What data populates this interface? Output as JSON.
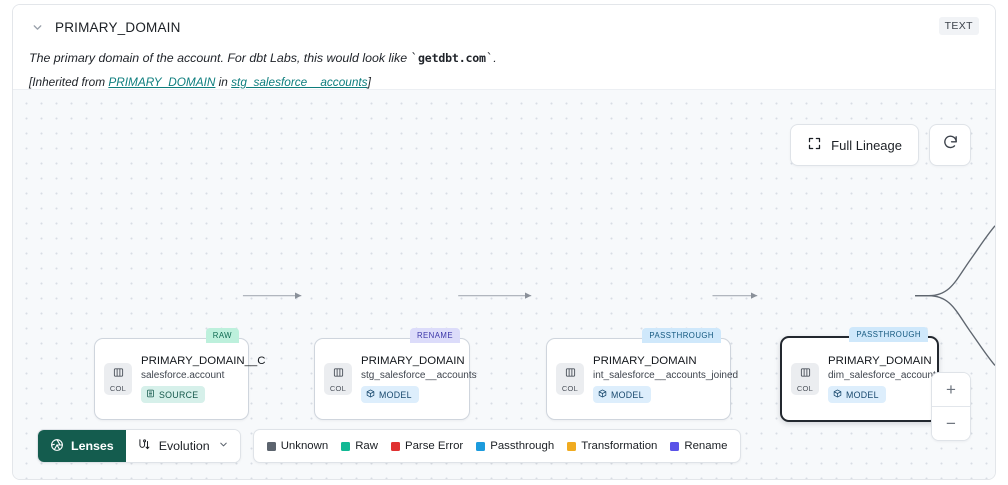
{
  "header": {
    "column_name": "PRIMARY_DOMAIN",
    "type_badge": "TEXT",
    "description_pre": "The primary domain of the account. For dbt Labs, this would look like ",
    "description_code": "getdbt.com",
    "description_post": ".",
    "inherited_prefix": "[Inherited from ",
    "inherited_link_column": "PRIMARY_DOMAIN",
    "inherited_middle": " in ",
    "inherited_link_model": "stg_salesforce__accounts",
    "inherited_suffix": "]"
  },
  "controls": {
    "full_lineage_label": "Full Lineage",
    "refresh_label": "",
    "zoom_in_label": "+",
    "zoom_out_label": "−"
  },
  "lineage": {
    "nodes": [
      {
        "name": "PRIMARY_DOMAIN__C",
        "parent": "salesforce.account",
        "badge": "SOURCE",
        "badge_kind": "source",
        "tag": "RAW",
        "tag_kind": "raw",
        "col_label": "COL",
        "selected": false
      },
      {
        "name": "PRIMARY_DOMAIN",
        "parent": "stg_salesforce__accounts",
        "badge": "MODEL",
        "badge_kind": "model",
        "tag": "RENAME",
        "tag_kind": "rename",
        "col_label": "COL",
        "selected": false
      },
      {
        "name": "PRIMARY_DOMAIN",
        "parent": "int_salesforce__accounts_joined",
        "badge": "MODEL",
        "badge_kind": "model",
        "tag": "PASSTHROUGH",
        "tag_kind": "passthrough",
        "col_label": "COL",
        "selected": false
      },
      {
        "name": "PRIMARY_DOMAIN",
        "parent": "dim_salesforce_accounts",
        "badge": "MODEL",
        "badge_kind": "model",
        "tag": "PASSTHROUGH",
        "tag_kind": "passthrough",
        "col_label": "COL",
        "selected": true
      }
    ]
  },
  "bottom": {
    "lenses_label": "Lenses",
    "evolution_label": "Evolution",
    "legend": [
      {
        "label": "Unknown",
        "color": "#5c646e"
      },
      {
        "label": "Raw",
        "color": "#11b894"
      },
      {
        "label": "Parse Error",
        "color": "#e03131"
      },
      {
        "label": "Passthrough",
        "color": "#1c9bdd"
      },
      {
        "label": "Transformation",
        "color": "#f0ab20"
      },
      {
        "label": "Rename",
        "color": "#5a52e8"
      }
    ]
  }
}
